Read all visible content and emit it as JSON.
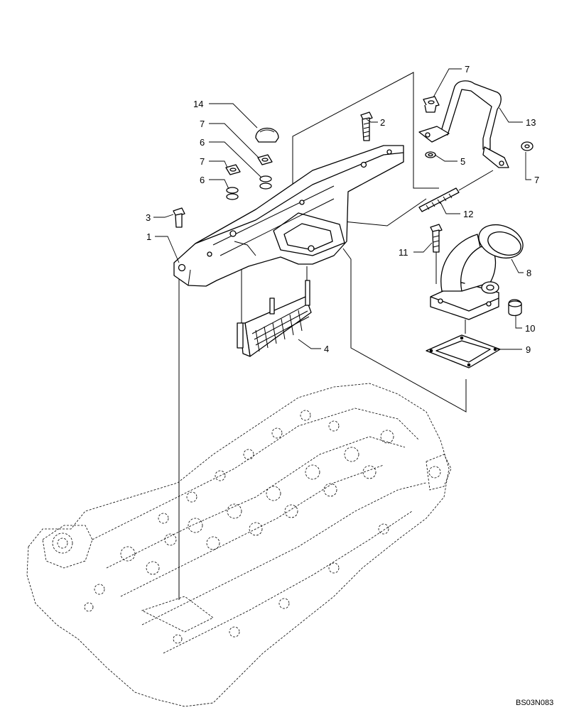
{
  "diagram": {
    "callouts": [
      {
        "id": "c1",
        "text": "1"
      },
      {
        "id": "c2",
        "text": "2"
      },
      {
        "id": "c3",
        "text": "3"
      },
      {
        "id": "c4",
        "text": "4"
      },
      {
        "id": "c5",
        "text": "5"
      },
      {
        "id": "c6a",
        "text": "6"
      },
      {
        "id": "c6b",
        "text": "6"
      },
      {
        "id": "c7a",
        "text": "7"
      },
      {
        "id": "c7b",
        "text": "7"
      },
      {
        "id": "c7c",
        "text": "7"
      },
      {
        "id": "c7d",
        "text": "7"
      },
      {
        "id": "c8",
        "text": "8"
      },
      {
        "id": "c9",
        "text": "9"
      },
      {
        "id": "c10",
        "text": "10"
      },
      {
        "id": "c11",
        "text": "11"
      },
      {
        "id": "c12",
        "text": "12"
      },
      {
        "id": "c13",
        "text": "13"
      },
      {
        "id": "c14",
        "text": "14"
      }
    ],
    "figure_code": "BS03N083"
  }
}
